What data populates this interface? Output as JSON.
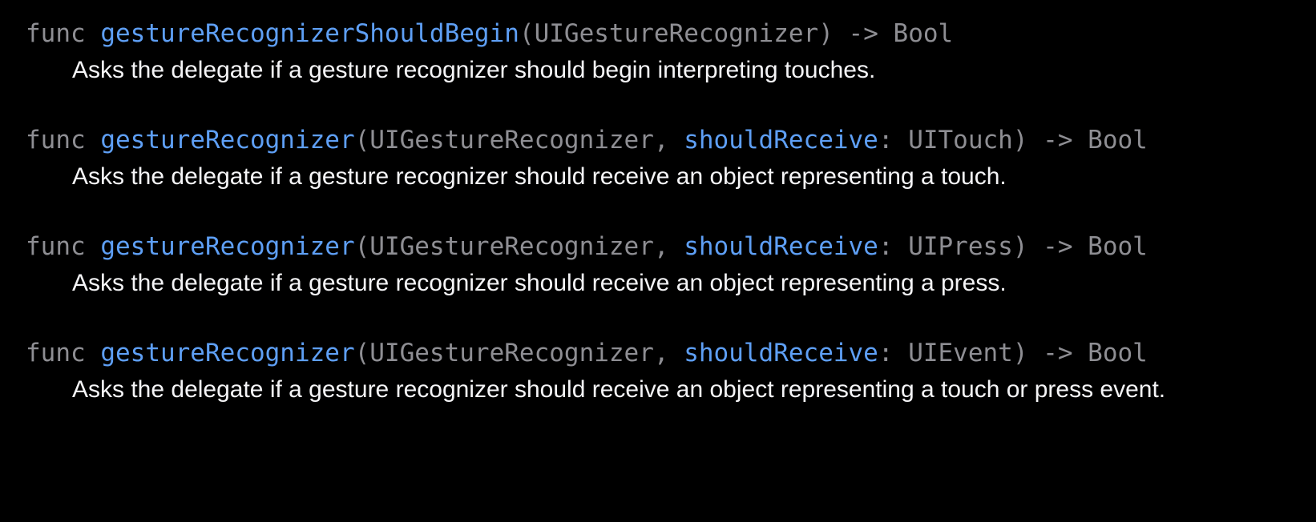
{
  "entries": [
    {
      "keyword": "func",
      "name": "gestureRecognizerShouldBegin",
      "open": "(",
      "param_type": "UIGestureRecognizer",
      "separator": "",
      "label": "",
      "colon": "",
      "arg_type": "",
      "close": ") -> ",
      "return_type": "Bool",
      "description": "Asks the delegate if a gesture recognizer should begin interpreting touches."
    },
    {
      "keyword": "func",
      "name": "gestureRecognizer",
      "open": "(",
      "param_type": "UIGestureRecognizer",
      "separator": ", ",
      "label": "shouldReceive",
      "colon": ": ",
      "arg_type": "UITouch",
      "close": ") -> ",
      "return_type": "Bool",
      "description": "Asks the delegate if a gesture recognizer should receive an object representing a touch."
    },
    {
      "keyword": "func",
      "name": "gestureRecognizer",
      "open": "(",
      "param_type": "UIGestureRecognizer",
      "separator": ", ",
      "label": "shouldReceive",
      "colon": ": ",
      "arg_type": "UIPress",
      "close": ") -> ",
      "return_type": "Bool",
      "description": "Asks the delegate if a gesture recognizer should receive an object representing a press."
    },
    {
      "keyword": "func",
      "name": "gestureRecognizer",
      "open": "(",
      "param_type": "UIGestureRecognizer",
      "separator": ", ",
      "label": "shouldReceive",
      "colon": ": ",
      "arg_type": "UIEvent",
      "close": ") -> ",
      "return_type": "Bool",
      "description": "Asks the delegate if a gesture recognizer should receive an object representing a touch or press event."
    }
  ],
  "colors": {
    "background": "#000000",
    "symbol_link": "#5e9ff5",
    "syntax_gray": "#8e8e93",
    "text": "#f5f5f7"
  }
}
